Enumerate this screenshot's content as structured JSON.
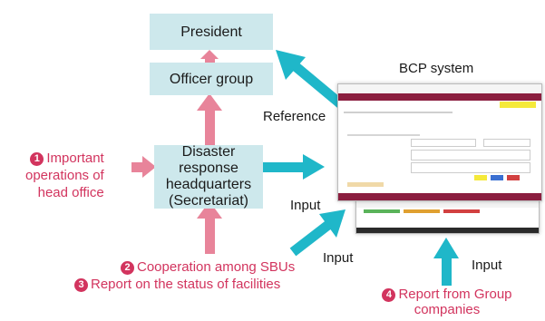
{
  "boxes": {
    "president": "President",
    "officer_group": "Officer group",
    "hq_line1": "Disaster response",
    "hq_line2": "headquarters",
    "hq_line3": "(Secretariat)"
  },
  "labels": {
    "bcp_system": "BCP system",
    "reference": "Reference",
    "input_1": "Input",
    "input_2": "Input",
    "input_3": "Input",
    "important_ops_line1": "Important",
    "important_ops_line2": "operations of",
    "important_ops_line3": "head office",
    "cooperation": "Cooperation among SBUs",
    "report_facilities": "Report on the status of facilities",
    "report_group_line1": "Report from Group",
    "report_group_line2": "companies"
  },
  "numbers": {
    "n1": "1",
    "n2": "2",
    "n3": "3",
    "n4": "4"
  },
  "colors": {
    "box_fill": "#cde8ec",
    "pink_accent": "#d2345e",
    "pink_arrow": "#e8849a",
    "cyan_arrow": "#1fb7c9"
  }
}
